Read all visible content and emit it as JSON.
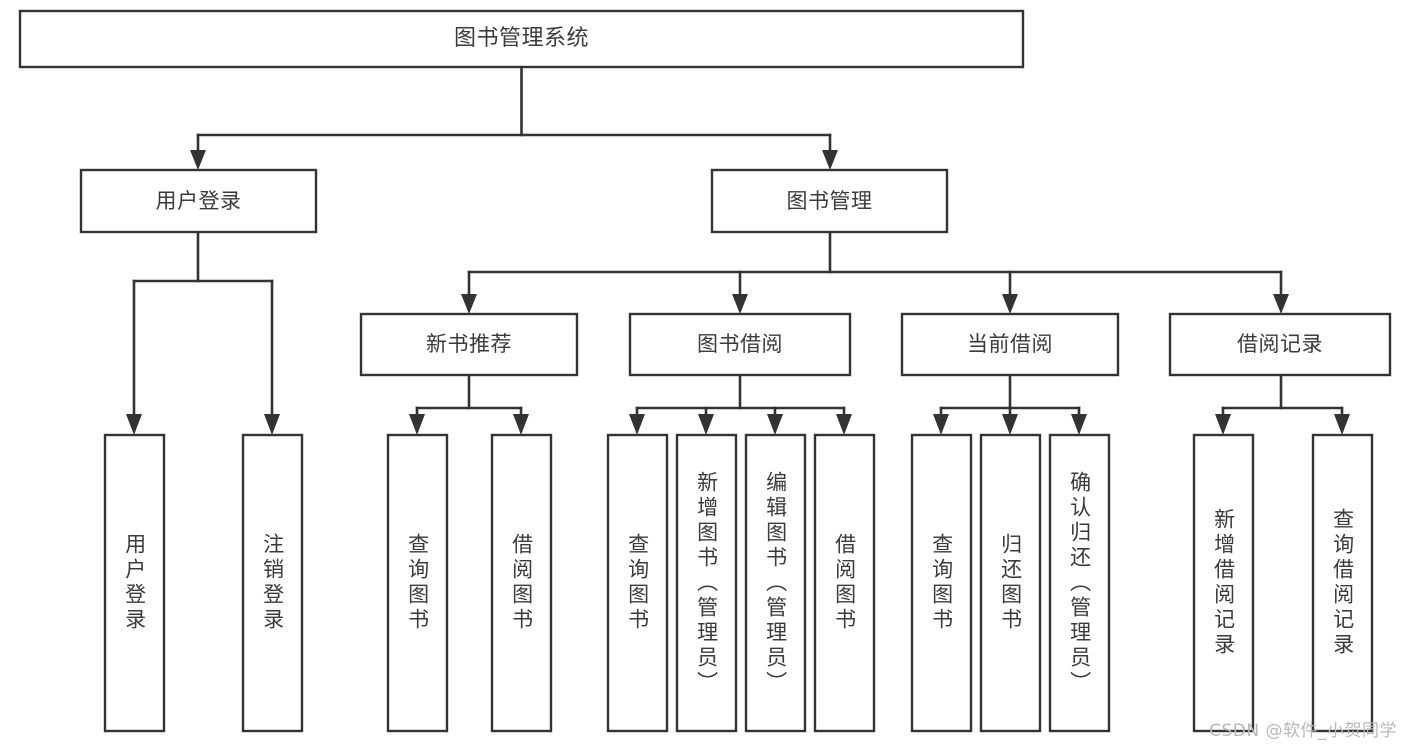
{
  "diagram": {
    "type": "tree",
    "title": "图书管理系统",
    "watermark": "CSDN @软件_小贺同学",
    "colors": {
      "stroke": "#333333",
      "fill": "#ffffff",
      "text": "#3b3b3b",
      "watermark": "#b8b8b8",
      "background": "#ffffff"
    },
    "nodes": {
      "root": {
        "label": "图书管理系统"
      },
      "level2": [
        {
          "label": "用户登录"
        },
        {
          "label": "图书管理"
        }
      ],
      "level3": [
        {
          "label": "新书推荐"
        },
        {
          "label": "图书借阅"
        },
        {
          "label": "当前借阅"
        },
        {
          "label": "借阅记录"
        }
      ],
      "leaves_user_login": [
        {
          "label": "用户登录"
        },
        {
          "label": "注销登录"
        }
      ],
      "leaves_new_book": [
        {
          "label": "查询图书"
        },
        {
          "label": "借阅图书"
        }
      ],
      "leaves_borrow": [
        {
          "label": "查询图书"
        },
        {
          "label": "新增图书（管理员）"
        },
        {
          "label": "编辑图书（管理员）"
        },
        {
          "label": "借阅图书"
        }
      ],
      "leaves_current": [
        {
          "label": "查询图书"
        },
        {
          "label": "归还图书"
        },
        {
          "label": "确认归还（管理员）"
        }
      ],
      "leaves_record": [
        {
          "label": "新增借阅记录"
        },
        {
          "label": "查询借阅记录"
        }
      ]
    }
  }
}
